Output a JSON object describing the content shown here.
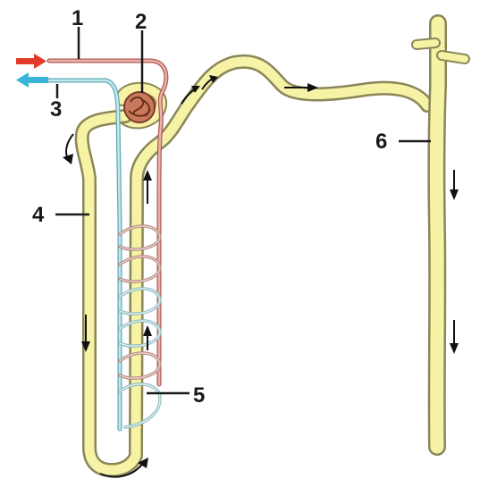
{
  "labels": [
    {
      "id": "1",
      "text": "1"
    },
    {
      "id": "2",
      "text": "2"
    },
    {
      "id": "3",
      "text": "3"
    },
    {
      "id": "4",
      "text": "4"
    },
    {
      "id": "5",
      "text": "5"
    },
    {
      "id": "6",
      "text": "6"
    }
  ],
  "colors": {
    "tubule_fill": "#f6f2a6",
    "tubule_outline": "#8a8658",
    "artery": "#c98a84",
    "artery_arrow": "#e23a2a",
    "vein": "#8ec9cf",
    "vein_arrow": "#39b4d6",
    "glomerulus": "#b4593a",
    "callout_text": "#1a1a1a"
  }
}
